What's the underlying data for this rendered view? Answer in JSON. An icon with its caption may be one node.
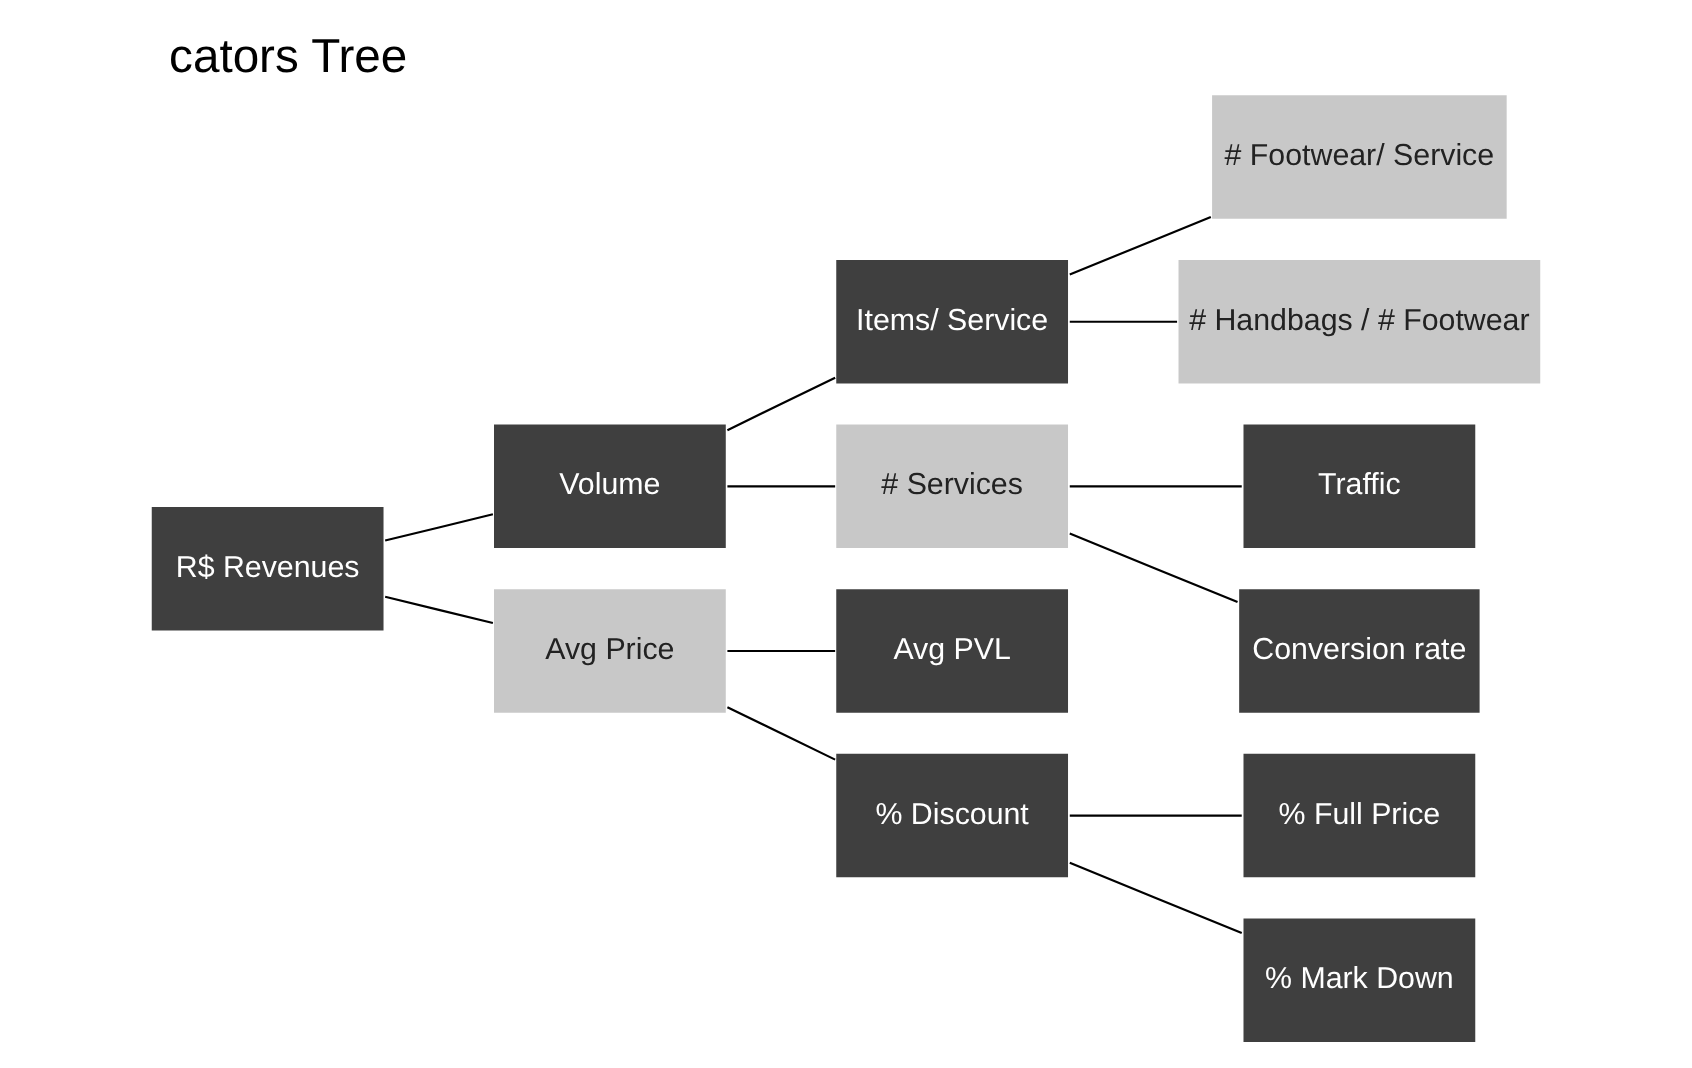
{
  "diagram": {
    "title": "cators Tree",
    "nodes": [
      {
        "text": [
          "R$ Revenues"
        ]
      },
      {
        "text": [
          "Volume"
        ]
      },
      {
        "text": [
          "Avg Price"
        ]
      },
      {
        "text": [
          "Items/ Service"
        ]
      },
      {
        "text": [
          "# Services"
        ]
      },
      {
        "text": [
          "Avg PVL"
        ]
      },
      {
        "text": [
          "% Discount"
        ]
      },
      {
        "text": [
          "# Footwear/ Service"
        ]
      },
      {
        "text": [
          "# Handbags / # Footwear"
        ]
      },
      {
        "text": [
          "Traffic"
        ]
      },
      {
        "text": [
          "Conversion rate"
        ]
      },
      {
        "text": [
          "% Full Price"
        ]
      },
      {
        "text": [
          "% Mark Down"
        ]
      }
    ],
    "edges": [
      {
        "from": 0,
        "to": 1,
        "arrow": "none"
      },
      {
        "from": 0,
        "to": 2,
        "arrow": "none"
      },
      {
        "from": 1,
        "to": 3,
        "arrow": "none"
      },
      {
        "from": 1,
        "to": 4,
        "arrow": "none"
      },
      {
        "from": 2,
        "to": 5,
        "arrow": "none"
      },
      {
        "from": 2,
        "to": 6,
        "arrow": "none"
      },
      {
        "from": 3,
        "to": 7,
        "arrow": "none"
      },
      {
        "from": 3,
        "to": 8,
        "arrow": "none"
      },
      {
        "from": 4,
        "to": 9,
        "arrow": "none"
      },
      {
        "from": 4,
        "to": 10,
        "arrow": "none"
      },
      {
        "from": 6,
        "to": 11,
        "arrow": "none"
      },
      {
        "from": 6,
        "to": 12,
        "arrow": "none"
      }
    ]
  }
}
